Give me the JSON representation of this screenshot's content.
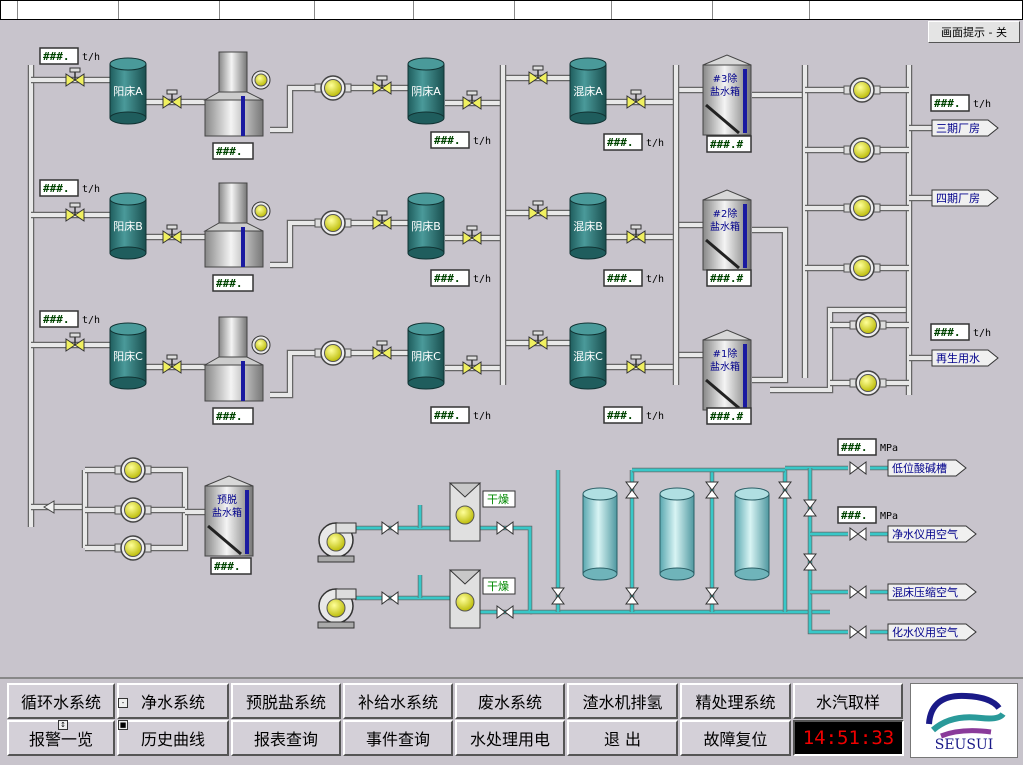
{
  "diagram": {
    "readouts": {
      "flow": "###.",
      "level": "###.",
      "tank_level": "###.#"
    },
    "units": {
      "flow": "t/h",
      "pressure": "MPa"
    },
    "cation_beds": [
      "阳床A",
      "阳床B",
      "阳床C"
    ],
    "anion_beds": [
      "阴床A",
      "阴床B",
      "阴床C"
    ],
    "mixed_beds": [
      "混床A",
      "混床B",
      "混床C"
    ],
    "salt_tanks": [
      {
        "line1": "#3除",
        "line2": "盐水箱"
      },
      {
        "line1": "#2除",
        "line2": "盐水箱"
      },
      {
        "line1": "#1除",
        "line2": "盐水箱"
      }
    ],
    "pre_tank": {
      "line1": "预脱",
      "line2": "盐水箱"
    },
    "outlets_top": [
      "三期厂房",
      "四期厂房"
    ],
    "outlet_regen": "再生用水",
    "air_outlets": [
      "低位酸碱槽",
      "净水仪用空气",
      "混床压缩空气",
      "化水仪用空气"
    ],
    "dryer_label": "干燥"
  },
  "hint_button": "画面提示 - 关",
  "nav": {
    "row1": [
      "循环水系统",
      "净水系统",
      "预脱盐系统",
      "补给水系统",
      "废水系统",
      "渣水机排氢",
      "精处理系统",
      "水汽取样"
    ],
    "row2": [
      "报警一览",
      "历史曲线",
      "报表查询",
      "事件查询",
      "水处理用电",
      "退  出",
      "故障复位"
    ]
  },
  "clock": "14:51:33",
  "logo_text": "SEUSUI",
  "colors": {
    "background": "#c8c4cc",
    "pipe": "#e8e8e8",
    "air_pipe": "#38c8c8",
    "bed_tank": "#2f7a7a",
    "readout_text": "#004400",
    "outlet_text": "#00008b",
    "clock_text": "#ee0000"
  }
}
